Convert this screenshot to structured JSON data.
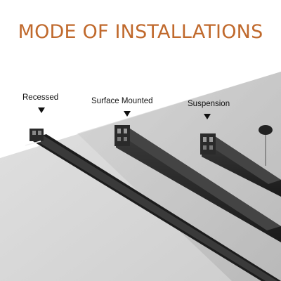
{
  "title": "MODE OF INSTALLATIONS",
  "colors": {
    "title": "#c0692c",
    "ceiling_top": "#b9b9b9",
    "wall_left": "#d8d8d8",
    "track_body": "#2d2d2d",
    "marker": "#111111"
  },
  "installations": [
    {
      "label": "Recessed",
      "marker_icon": "triangle-down-icon"
    },
    {
      "label": "Surface Mounted",
      "marker_icon": "triangle-down-icon"
    },
    {
      "label": "Suspension",
      "marker_icon": "triangle-down-icon"
    }
  ]
}
